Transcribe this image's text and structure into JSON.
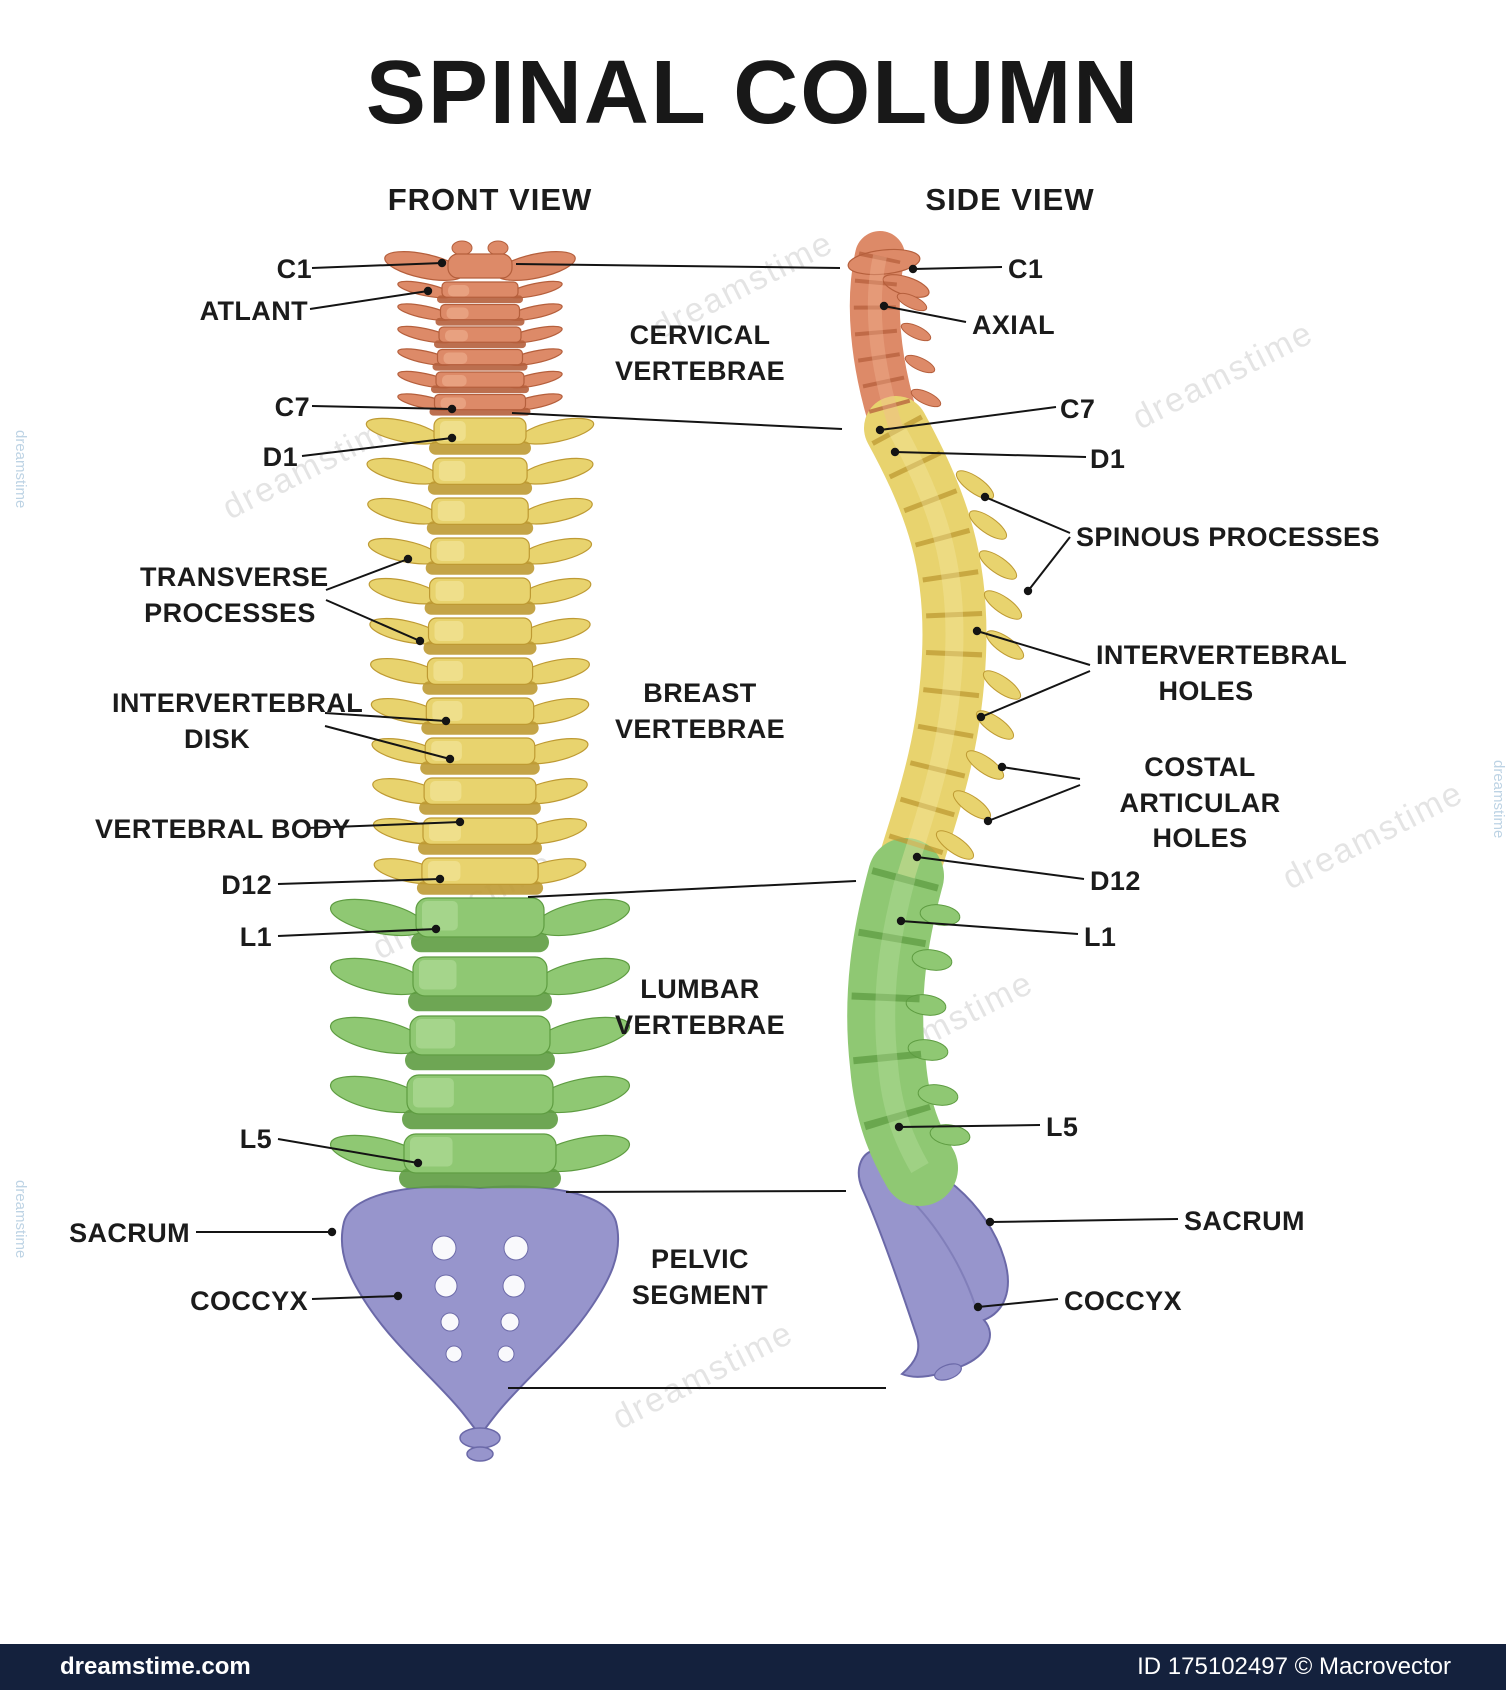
{
  "title": "SPINAL COLUMN",
  "front_view_label": "FRONT VIEW",
  "side_view_label": "SIDE VIEW",
  "labels": {
    "front": {
      "c1": "C1",
      "atlant": "ATLANT",
      "c7": "C7",
      "d1": "D1",
      "transverse_processes": "TRANSVERSE PROCESSES",
      "intervertebral_disk": "INTERVERTEBRAL DISK",
      "vertebral_body": "VERTEBRAL BODY",
      "d12": "D12",
      "l1": "L1",
      "l5": "L5",
      "sacrum": "SACRUM",
      "coccyx": "COCCYX"
    },
    "center": {
      "cervical": "CERVICAL VERTEBRAE",
      "breast": "BREAST VERTEBRAE",
      "lumbar": "LUMBAR VERTEBRAE",
      "pelvic": "PELVIC SEGMENT"
    },
    "side": {
      "c1": "C1",
      "axial": "AXIAL",
      "c7": "C7",
      "d1": "D1",
      "spinous_processes": "SPINOUS PROCESSES",
      "intervertebral_holes": "INTERVERTEBRAL HOLES",
      "costal_articular_holes": "COSTAL ARTICULAR HOLES",
      "d12": "D12",
      "l1": "L1",
      "l5": "L5",
      "sacrum": "SACRUM",
      "coccyx": "COCCYX"
    }
  },
  "colors": {
    "cervical": "#DD8A68",
    "cervical_dark": "#B55F3C",
    "cervical_light": "#F3B797",
    "thoracic": "#E8D36E",
    "thoracic_dark": "#BE9A33",
    "thoracic_light": "#F6EBA8",
    "lumbar": "#8FC873",
    "lumbar_dark": "#5E9C41",
    "lumbar_light": "#BCE2A4",
    "pelvic": "#9795CC",
    "pelvic_dark": "#6B69A8",
    "pelvic_light": "#C0BFE2",
    "line": "#141414"
  },
  "watermark": {
    "text": "dreamstime",
    "bar_left": "dreamstime.com",
    "bar_right": "ID 175102497 © Macrovector"
  }
}
